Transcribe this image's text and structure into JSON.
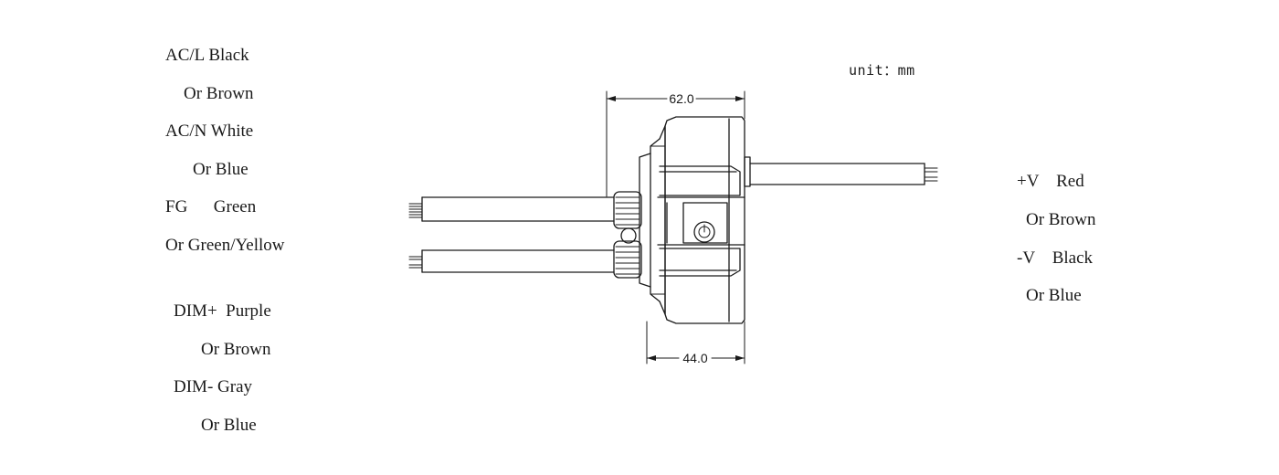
{
  "unit_note": "unit：mm",
  "input_wires": [
    {
      "text": "AC/L Black"
    },
    {
      "text": "Or Brown"
    },
    {
      "text": "AC/N White"
    },
    {
      "text": "Or Blue"
    },
    {
      "text": "FG      Green"
    },
    {
      "text": "Or Green/Yellow"
    },
    {
      "text": "DIM+  Purple"
    },
    {
      "text": "Or Brown"
    },
    {
      "text": "DIM- Gray"
    },
    {
      "text": "Or Blue"
    }
  ],
  "output_wires": [
    {
      "text": "+V    Red"
    },
    {
      "text": "Or Brown"
    },
    {
      "text": "-V    Black"
    },
    {
      "text": "Or Blue"
    }
  ],
  "dimensions": {
    "top_width": "62.0",
    "bottom_width": "44.0"
  }
}
